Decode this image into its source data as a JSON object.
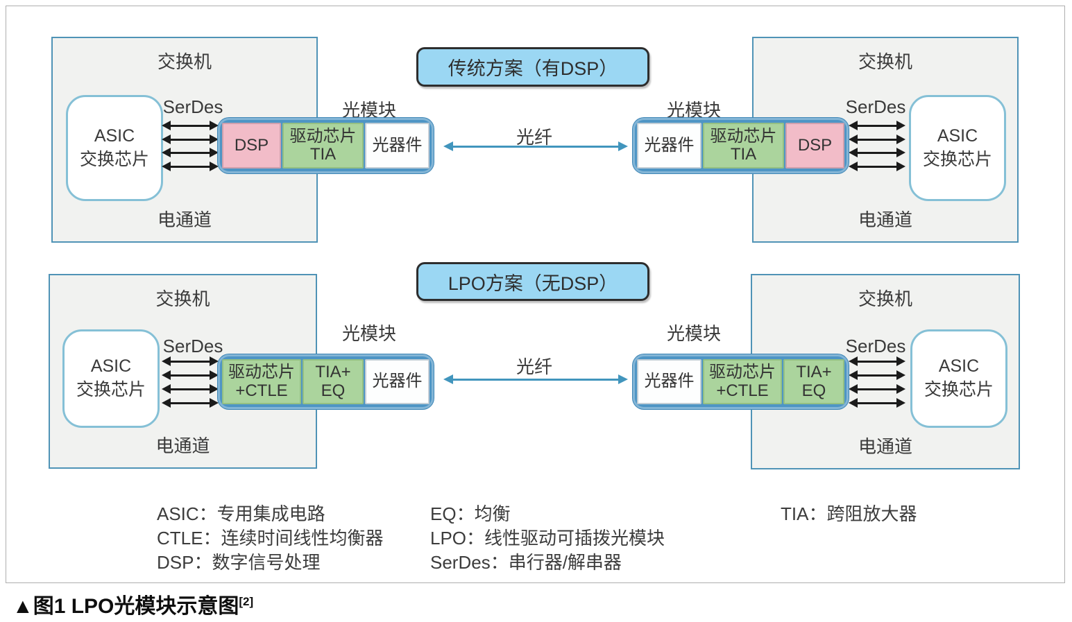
{
  "figure": {
    "caption_text": "▲图1 LPO光模块示意图",
    "caption_superscript": "[2]"
  },
  "shared": {
    "switch_label": "交换机",
    "asic_line1": "ASIC",
    "asic_line2": "交换芯片",
    "serdes_label": "SerDes",
    "electrical_channel_label": "电通道",
    "optical_module_label": "光模块",
    "fiber_label": "光纤",
    "optics_label": "光器件"
  },
  "scheme1": {
    "title": "传统方案（有DSP）",
    "left_module": {
      "dsp": "DSP",
      "driver_line1": "驱动芯片",
      "driver_line2": "TIA"
    },
    "right_module": {
      "dsp": "DSP",
      "driver_line1": "驱动芯片",
      "driver_line2": "TIA"
    }
  },
  "scheme2": {
    "title": "LPO方案（无DSP）",
    "left_module": {
      "driver_line1": "驱动芯片",
      "driver_line2": "+CTLE",
      "tia_line1": "TIA+",
      "tia_line2": "EQ"
    },
    "right_module": {
      "driver_line1": "驱动芯片",
      "driver_line2": "+CTLE",
      "tia_line1": "TIA+",
      "tia_line2": "EQ"
    }
  },
  "legend": {
    "column1": [
      "ASIC：专用集成电路",
      "CTLE：连续时间线性均衡器",
      "DSP：数字信号处理"
    ],
    "column2": [
      "EQ：均衡",
      "LPO：线性驱动可插拨光模块",
      "SerDes：串行器/解串器"
    ],
    "column3": [
      "TIA：跨阻放大器"
    ]
  },
  "colors": {
    "title_fill": "#9bd7f3",
    "module_ring_blue": "#4e95c5",
    "dsp_pink": "#f2bcc8",
    "driver_green": "#abd49d",
    "optics_white": "#ffffff",
    "switch_fill": "#f1f2f0",
    "switch_border": "#4f93b6",
    "asic_border": "#85c0d6",
    "fiber_arrow_teal": "#4195bd",
    "serdes_arrow_black": "#1b1b1b"
  }
}
